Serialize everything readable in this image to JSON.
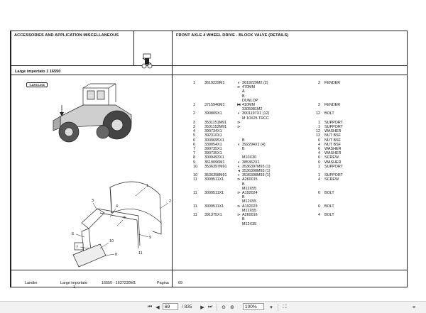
{
  "header": {
    "left_title": "ACCESSORIES AND APPLICATION MISCELLANEOUS",
    "right_title": "FRONT AXLE 4 WHEEL DRIVE -  BLOCK VALVE (DETAILS)",
    "subtitle": "Large importato 1 16550",
    "figure_ref": "T-AR74-006"
  },
  "parts": [
    {
      "ref": "1",
      "part": "3619229M1",
      "sym": "◐",
      "desc": "3619229M2  (2)",
      "qty": "2",
      "name": "FENDER"
    },
    {
      "ref": "",
      "part": "",
      "sym": "⊳",
      "desc": "470MM",
      "qty": "",
      "name": ""
    },
    {
      "ref": "",
      "part": "",
      "sym": "",
      "desc": "A",
      "qty": "",
      "name": ""
    },
    {
      "ref": "",
      "part": "",
      "sym": "",
      "desc": "B",
      "qty": "",
      "name": ""
    },
    {
      "ref": "",
      "part": "",
      "sym": "",
      "desc": "DUNLOP",
      "qty": "",
      "name": ""
    },
    {
      "ref": "1",
      "part": "3715946M1",
      "sym": "⧓",
      "desc": "410MM",
      "qty": "2",
      "name": "FENDER"
    },
    {
      "ref": "",
      "part": "",
      "sym": "",
      "desc": "3305981M2",
      "qty": "",
      "name": ""
    },
    {
      "ref": "2",
      "part": "390809X1",
      "sym": "◐",
      "desc": "3001197X1  (12)",
      "qty": "12",
      "name": "BOLT"
    },
    {
      "ref": "",
      "part": "",
      "sym": "",
      "desc": "M 10X25 TRCC",
      "qty": "",
      "name": ""
    },
    {
      "ref": "3",
      "part": "3531151M91",
      "sym": "⊳",
      "desc": "",
      "qty": "1",
      "name": "SUPPORT"
    },
    {
      "ref": "3",
      "part": "3531152M91",
      "sym": "⊳",
      "desc": "",
      "qty": "1",
      "name": "SUPPORT"
    },
    {
      "ref": "4",
      "part": "390734X1",
      "sym": "",
      "desc": "",
      "qty": "12",
      "name": "WASHER"
    },
    {
      "ref": "5",
      "part": "392310X1",
      "sym": "",
      "desc": "",
      "qty": "12",
      "name": "NUT BSF"
    },
    {
      "ref": "6",
      "part": "3009695X1",
      "sym": "",
      "desc": "B",
      "qty": "6",
      "name": "NUT BSF"
    },
    {
      "ref": "6",
      "part": "339054X1",
      "sym": "◐",
      "desc": "392294X1  (4)",
      "qty": "4",
      "name": "NUT BSF"
    },
    {
      "ref": "7",
      "part": "390735X1",
      "sym": "",
      "desc": "B",
      "qty": "6",
      "name": "WASHER"
    },
    {
      "ref": "7",
      "part": "390735X1",
      "sym": "",
      "desc": "",
      "qty": "4",
      "name": "WASHER"
    },
    {
      "ref": "8",
      "part": "3009493X1",
      "sym": "",
      "desc": "M10X30",
      "qty": "6",
      "name": "SCREW"
    },
    {
      "ref": "9",
      "part": "3619096M1",
      "sym": "◐",
      "desc": "385362X1",
      "qty": "6",
      "name": "WASHER"
    },
    {
      "ref": "10",
      "part": "3536397M91",
      "sym": "◐",
      "desc": "3536397M93  (1)",
      "qty": "1",
      "name": "SUPPORT"
    },
    {
      "ref": "",
      "part": "",
      "sym": "◂",
      "desc": "3536398M93  (1)",
      "qty": "",
      "name": ""
    },
    {
      "ref": "10",
      "part": "3536398M91",
      "sym": "◐",
      "desc": "3536398M93  (1)",
      "qty": "1",
      "name": "SUPPORT"
    },
    {
      "ref": "",
      "part": "",
      "sym": "",
      "desc": "",
      "qty": "",
      "name": ""
    },
    {
      "ref": "11",
      "part": "3009511X1",
      "sym": "⊳",
      "desc": "A260015",
      "qty": "4",
      "name": "SCREW"
    },
    {
      "ref": "",
      "part": "",
      "sym": "",
      "desc": "B",
      "qty": "",
      "name": ""
    },
    {
      "ref": "",
      "part": "",
      "sym": "",
      "desc": "M12X55",
      "qty": "",
      "name": ""
    },
    {
      "ref": "11",
      "part": "3009511X1",
      "sym": "⊳",
      "desc": "A192024",
      "qty": "6",
      "name": "BOLT"
    },
    {
      "ref": "",
      "part": "",
      "sym": "",
      "desc": "B",
      "qty": "",
      "name": ""
    },
    {
      "ref": "",
      "part": "",
      "sym": "",
      "desc": "M12X55",
      "qty": "",
      "name": ""
    },
    {
      "ref": "",
      "part": "",
      "sym": "",
      "desc": "",
      "qty": "",
      "name": ""
    },
    {
      "ref": "11",
      "part": "3009511X1",
      "sym": "⊳",
      "desc": "A192023",
      "qty": "6",
      "name": "BOLT"
    },
    {
      "ref": "",
      "part": "",
      "sym": "",
      "desc": "M12X55",
      "qty": "",
      "name": ""
    },
    {
      "ref": "11",
      "part": "391375X1",
      "sym": "⊳",
      "desc": "A260016",
      "qty": "4",
      "name": "BOLT"
    },
    {
      "ref": "",
      "part": "",
      "sym": "",
      "desc": "B",
      "qty": "",
      "name": ""
    },
    {
      "ref": "",
      "part": "",
      "sym": "",
      "desc": "M12X35",
      "qty": "",
      "name": ""
    }
  ],
  "footer": {
    "brand": "Landini",
    "model_label": "Large importato",
    "model_sub": "1",
    "code": "16550 - 1637230M1",
    "page_label": "Pagina",
    "page_num": "69"
  },
  "toolbar": {
    "current_page": "69",
    "total_pages": "/ 835",
    "zoom": "100%"
  },
  "diagram_callouts": [
    "1",
    "2",
    "3",
    "4",
    "5",
    "6",
    "7",
    "8",
    "9",
    "10",
    "11"
  ]
}
